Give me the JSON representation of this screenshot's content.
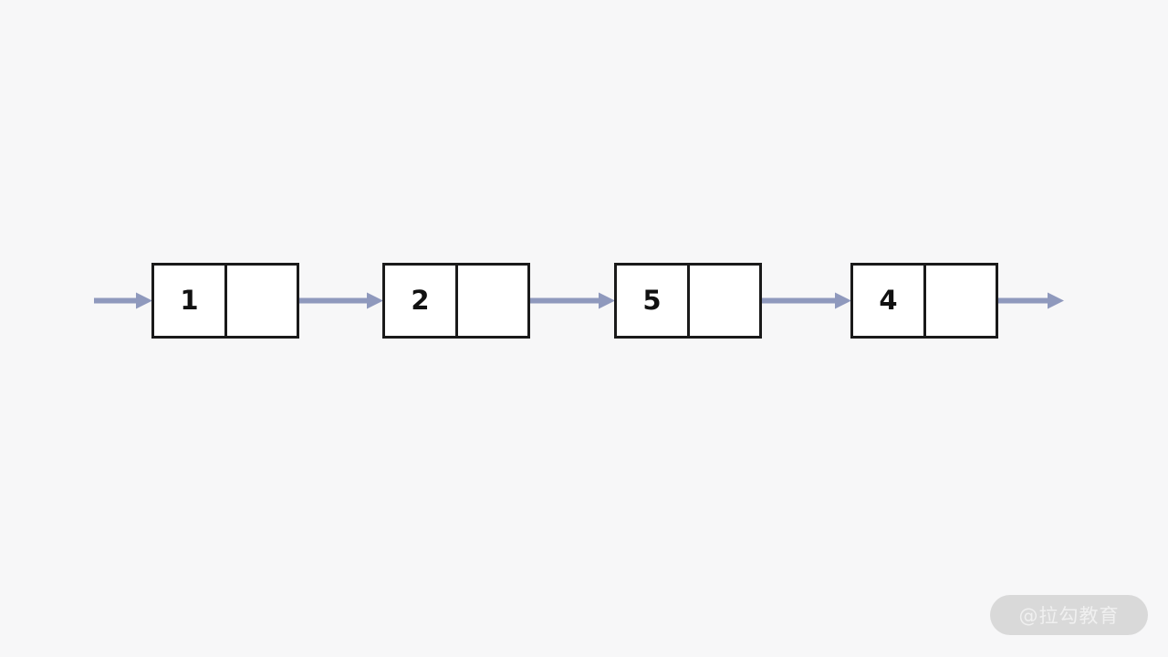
{
  "diagram": {
    "title": "singly-linked-list",
    "background_color": "#f7f7f8",
    "node_border_color": "#1a1a1a",
    "node_fill_color": "#ffffff",
    "arrow_color": "#8f99bd",
    "value_text_color": "#111111",
    "nodes": [
      {
        "value": "1",
        "next_label": ""
      },
      {
        "value": "2",
        "next_label": ""
      },
      {
        "value": "5",
        "next_label": ""
      },
      {
        "value": "4",
        "next_label": ""
      }
    ],
    "arrows": [
      {
        "name": "head-pointer",
        "from": "",
        "to": "1"
      },
      {
        "name": "link-1-2",
        "from": "1",
        "to": "2"
      },
      {
        "name": "link-2-5",
        "from": "2",
        "to": "5"
      },
      {
        "name": "link-5-4",
        "from": "5",
        "to": "4"
      },
      {
        "name": "tail-pointer",
        "from": "4",
        "to": ""
      }
    ]
  },
  "watermark": {
    "text": "@拉勾教育",
    "pill_color": "#d9d9d9",
    "text_color": "#f0f0f0"
  }
}
